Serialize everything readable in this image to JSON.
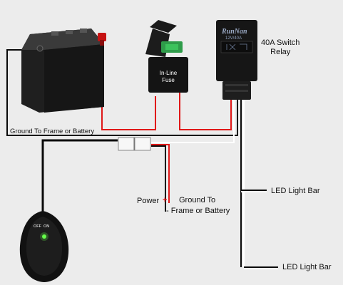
{
  "relay": {
    "brand": "RunNan",
    "rating": "12V/40A",
    "title_line1": "40A Switch",
    "title_line2": "Relay"
  },
  "fuse": {
    "line1": "In-Line",
    "line2": "Fuse"
  },
  "ground_battery": "Ground To Frame or Battery",
  "power": {
    "label": "Power",
    "sign": "+"
  },
  "ground_frame": {
    "line1": "Ground To",
    "line2": "- Frame or Battery"
  },
  "led_bar_1": "LED Light Bar",
  "led_bar_2": "LED Light Bar",
  "switch": {
    "off": "OFF",
    "on": "ON"
  },
  "colors": {
    "power_wire": "#e01818",
    "ground_wire": "#0a0a0a",
    "switch_wire": "#ffffff",
    "background": "#ececec"
  }
}
